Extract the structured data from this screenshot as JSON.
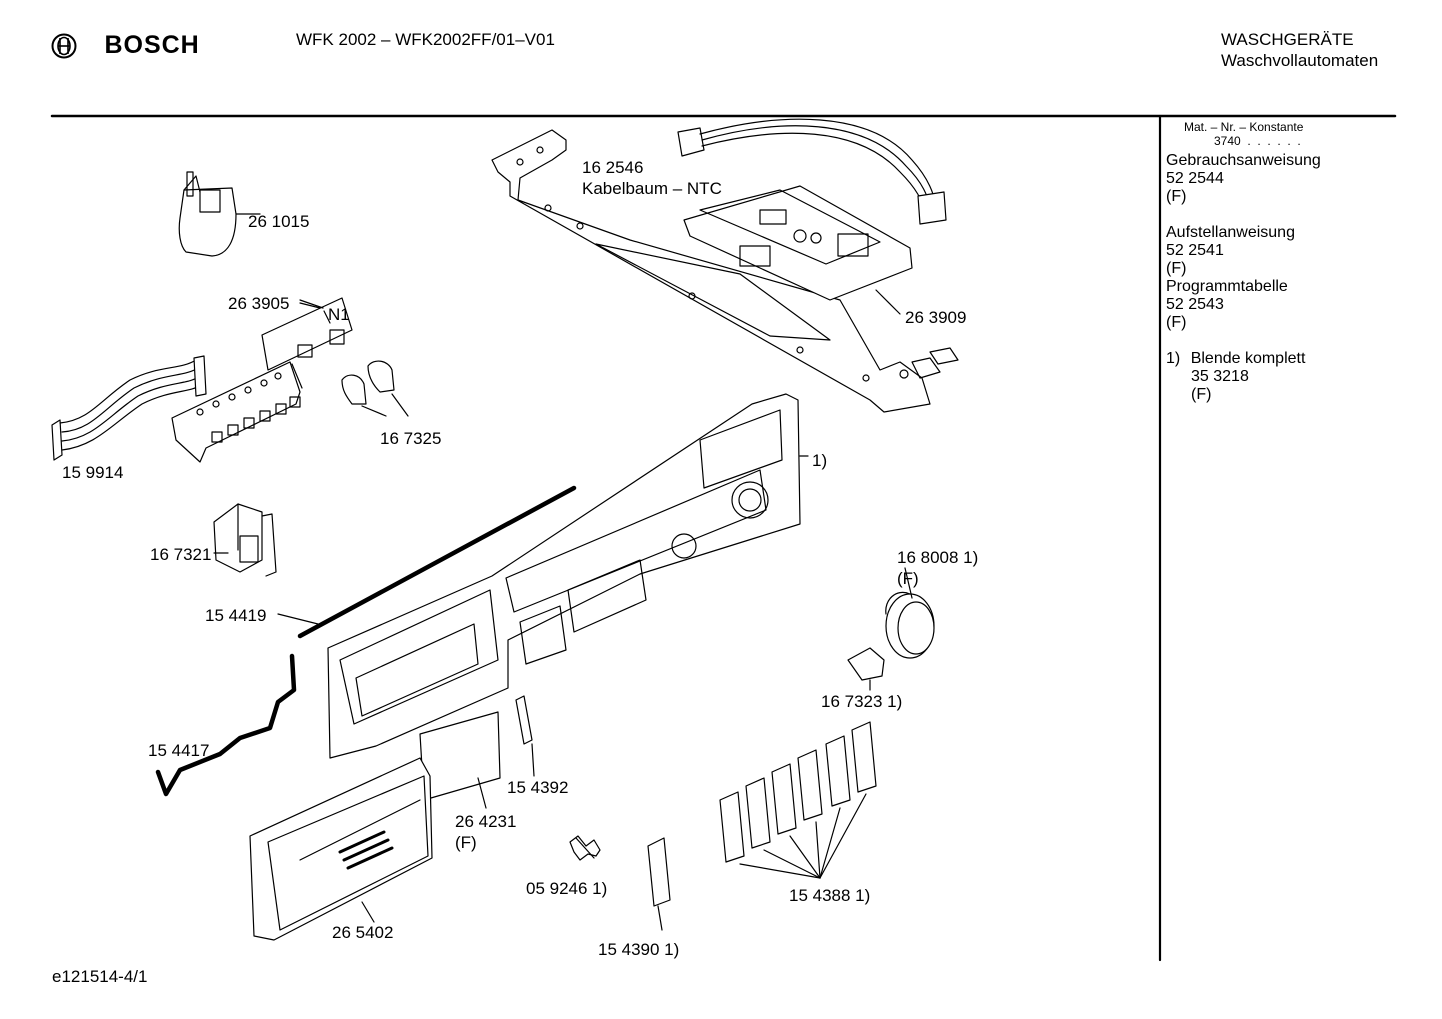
{
  "header": {
    "brand": "BOSCH",
    "model": "WFK 2002 – WFK2002FF/01–V01",
    "category": "WASCHGERÄTE",
    "subcategory": "Waschvollautomaten"
  },
  "sidebar": {
    "mat_header": "Mat. – Nr. – Konstante",
    "mat_value": "3740  .  .  .  .  .  .",
    "items": [
      {
        "title": "Gebrauchsanweisung",
        "number": "52 2544",
        "note": "(F)"
      },
      {
        "title": "Aufstellanweisung",
        "number": "52 2541",
        "note": "(F)"
      },
      {
        "title": "Programmtabelle",
        "number": "52 2543",
        "note": "(F)"
      }
    ],
    "footnote": {
      "marker": "1)",
      "title": "Blende komplett",
      "number": "35 3218",
      "note": "(F)"
    }
  },
  "parts": {
    "p261015": "26 1015",
    "p263905": "26 3905",
    "n1": "N1",
    "p159914": "15 9914",
    "p167325": "16 7325",
    "p162546": "16 2546",
    "kabelbaum": "Kabelbaum – NTC",
    "p263909": "26 3909",
    "blende": "1)",
    "p167321": "16 7321",
    "p154419": "15 4419",
    "p168008": "16 8008 1)",
    "p168008f": "(F)",
    "p167323": "16 7323 1)",
    "p154417": "15 4417",
    "p154392": "15 4392",
    "p264231": "26 4231",
    "p264231f": "(F)",
    "p059246": "05 9246 1)",
    "p154388": "15 4388 1)",
    "p265402": "26 5402",
    "p154390": "15 4390 1)"
  },
  "footer": {
    "code": "e121514-4/1"
  }
}
